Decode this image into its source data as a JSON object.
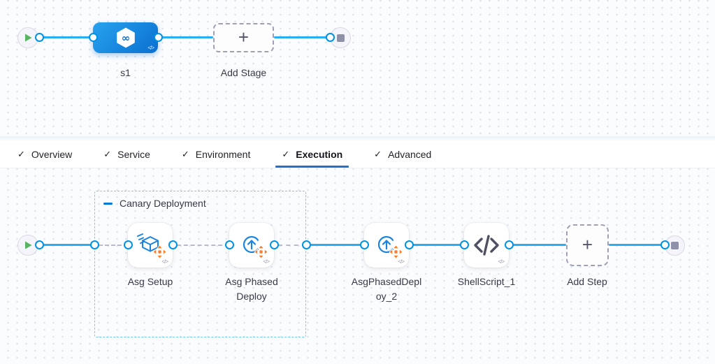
{
  "top_graph": {
    "stage_label": "s1",
    "stage_icon_glyph": "∞",
    "add_stage_label": "Add Stage",
    "plus_glyph": "+",
    "code_badge": "</>"
  },
  "tabs": {
    "check_glyph": "✓",
    "items": [
      {
        "label": "Overview"
      },
      {
        "label": "Service"
      },
      {
        "label": "Environment"
      },
      {
        "label": "Execution"
      },
      {
        "label": "Advanced"
      }
    ],
    "active": "Execution"
  },
  "execution_graph": {
    "group_label": "Canary Deployment",
    "steps": [
      {
        "label": "Asg Setup"
      },
      {
        "label": "Asg Phased Deploy"
      },
      {
        "label": "AsgPhasedDeploy_2"
      },
      {
        "label": "ShellScript_1"
      }
    ],
    "add_step_label": "Add Step",
    "plus_glyph": "+",
    "code_badge": "</>"
  },
  "colors": {
    "accent_blue": "#0278d5",
    "connector_blue": "#2aaef2",
    "stage_gradient_start": "#27a3ee",
    "stage_gradient_end": "#0b6fd0",
    "orange": "#f97b2a",
    "icon_blue": "#1b84df",
    "play_green": "#57b35f"
  }
}
